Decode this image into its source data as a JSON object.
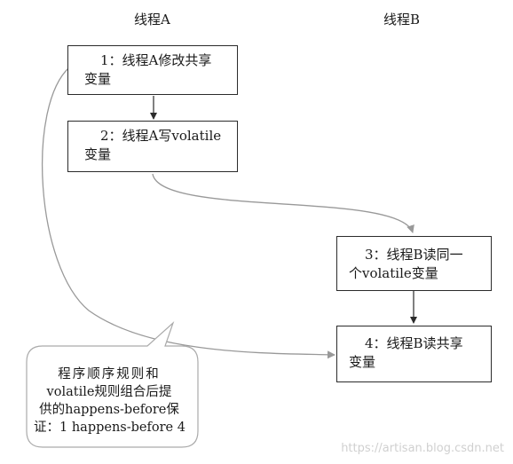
{
  "lanes": {
    "thread_a": "线程A",
    "thread_b": "线程B"
  },
  "steps": {
    "s1": {
      "line1": "1：线程A修改共享",
      "line2": "变量"
    },
    "s2": {
      "line1": "2：线程A写volatile",
      "line2": "变量"
    },
    "s3": {
      "line1": "3：线程B读同一",
      "line2": "个volatile变量"
    },
    "s4": {
      "line1": "4：线程B读共享",
      "line2": "变量"
    }
  },
  "callout": {
    "line1": "程序顺序规则和",
    "line2": "volatile规则组合后提",
    "line3": "供的happens-before保",
    "line4": "证：1 happens-before 4"
  },
  "watermark": "https://artisan.blog.csdn.net",
  "colors": {
    "box_border": "#2b2b2b",
    "connector": "#999999",
    "arrow_dark": "#2b2b2b",
    "watermark": "#d0d0d0"
  }
}
